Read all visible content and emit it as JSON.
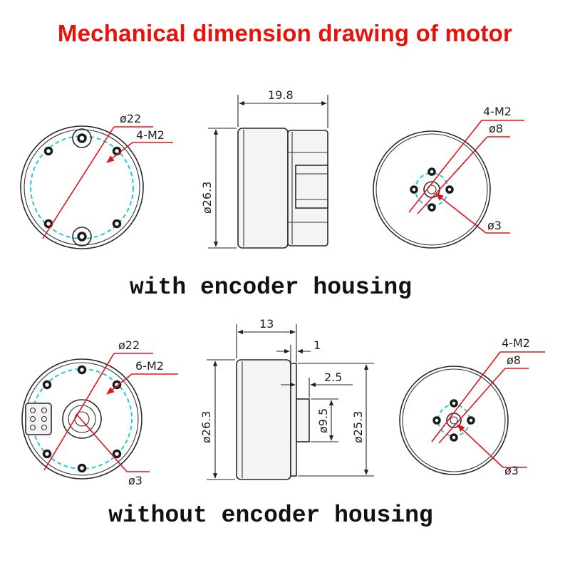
{
  "title": "Mechanical dimension drawing of motor",
  "captions": {
    "with_encoder": "with encoder housing",
    "without_encoder": "without encoder housing"
  },
  "colors": {
    "title": "#e8120c",
    "leader": "#e0141c",
    "pitch_circle": "#29c4e0"
  },
  "with_encoder": {
    "rear_view": {
      "diameter_label": "ø22",
      "holes_label": "4-M2"
    },
    "side_view": {
      "length_label": "19.8",
      "diameter_label": "ø26.3"
    },
    "front_view": {
      "holes_label": "4-M2",
      "pitch_label": "ø8",
      "shaft_label": "ø3"
    }
  },
  "without_encoder": {
    "rear_view": {
      "diameter_label": "ø22",
      "holes_label": "6-M2",
      "shaft_label": "ø3"
    },
    "side_view": {
      "length_label": "13",
      "step_label": "1",
      "boss_length_label": "2.5",
      "boss_diameter_label": "ø9.5",
      "body_diameter_label": "ø26.3",
      "flange_diameter_label": "ø25.3"
    },
    "front_view": {
      "holes_label": "4-M2",
      "pitch_label": "ø8",
      "shaft_label": "ø3"
    }
  }
}
